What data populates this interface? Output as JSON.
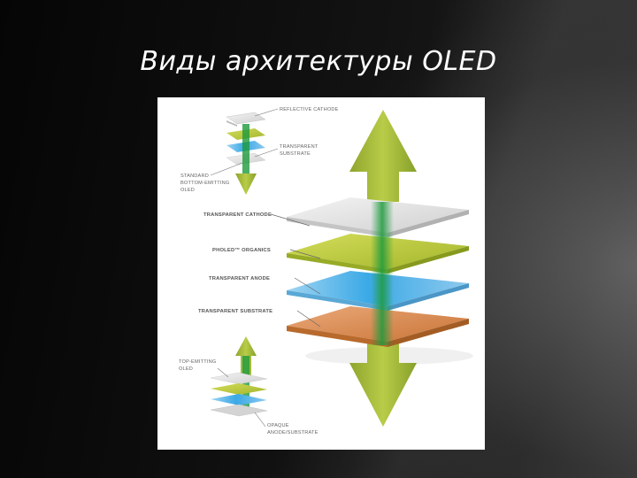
{
  "slide": {
    "title": "Виды архитектуры OLED"
  },
  "diagram": {
    "small_top": {
      "reflective_cathode": "REFLECTIVE CATHODE",
      "transparent_substrate_1": "TRANSPARENT",
      "transparent_substrate_2": "SUBSTRATE",
      "type_1": "STANDARD",
      "type_2": "BOTTOM-EMITTING",
      "type_3": "OLED"
    },
    "main": {
      "transparent_cathode": "TRANSPARENT CATHODE",
      "organics": "PHOLED™ ORGANICS",
      "transparent_anode": "TRANSPARENT ANODE",
      "transparent_substrate": "TRANSPARENT SUBSTRATE"
    },
    "small_bottom": {
      "type_1": "TOP-EMITTING",
      "type_2": "OLED",
      "opaque_1": "OPAQUE",
      "opaque_2": "ANODE/SUBSTRATE"
    },
    "colors": {
      "cathode": "#e3e3e3",
      "organics": "#b9c832",
      "anode": "#4fb6e8",
      "substrate": "#d98a52",
      "arrow": "#9ab23a",
      "emission": "#1d9a3c"
    }
  }
}
